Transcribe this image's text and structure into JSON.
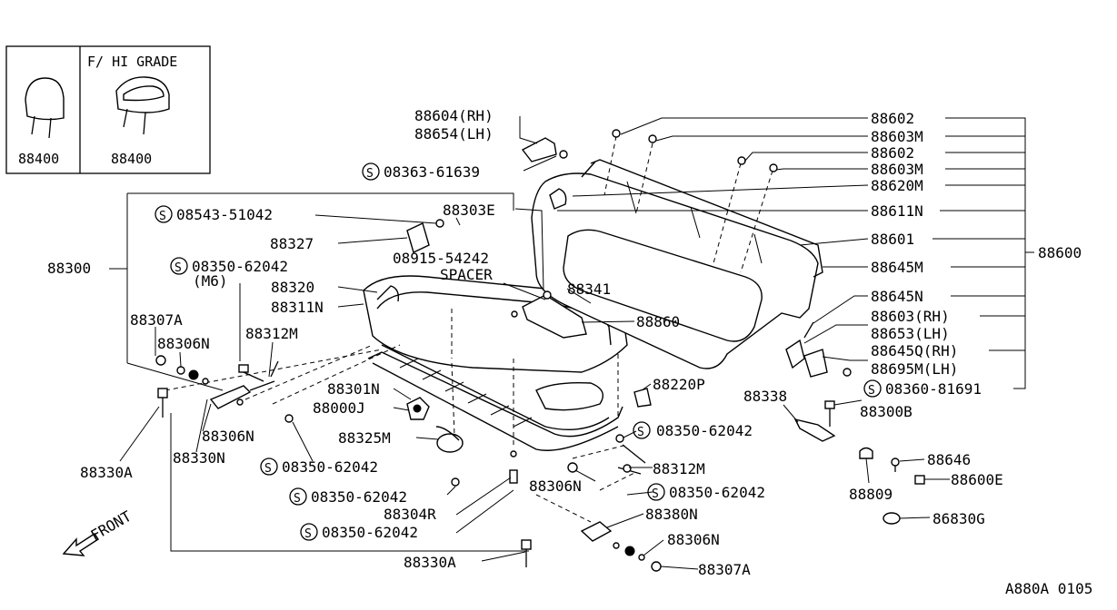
{
  "inset": {
    "variant_label": "F/ HI GRADE",
    "left_part": "88400",
    "right_part": "88400"
  },
  "callouts": {
    "p88604": "88604(RH)",
    "p88654": "88654(LH)",
    "s08363": "08363-61639",
    "s08543": "08543-51042",
    "p88303E": "88303E",
    "p88327": "88327",
    "n08915": "08915-54242",
    "spacer": "SPACER",
    "p88300": "88300",
    "s08350_m6": "08350-62042",
    "m6": "(M6)",
    "p88320": "88320",
    "p88311N": "88311N",
    "p88341": "88341",
    "p88860": "88860",
    "p88307A_l": "88307A",
    "p88306N_l": "88306N",
    "p88312M_l": "88312M",
    "p88301N": "88301N",
    "p88000J": "88000J",
    "p88220P": "88220P",
    "p88306N_m": "88306N",
    "p88330N": "88330N",
    "p88330A_l": "88330A",
    "s08350_a": "08350-62042",
    "p88325M": "88325M",
    "s08350_b": "08350-62042",
    "s08350_c": "08350-62042",
    "p88304R": "88304R",
    "s08350_d": "08350-62042",
    "p88312M_r": "88312M",
    "p88306N_r": "88306N",
    "s08350_e": "08350-62042",
    "p88380N": "88380N",
    "p88330A_b": "88330A",
    "p88306N_b": "88306N",
    "p88307A_b": "88307A",
    "p88602_a": "88602",
    "p88603M_a": "88603M",
    "p88602_b": "88602",
    "p88603M_b": "88603M",
    "p88620M": "88620M",
    "p88611N": "88611N",
    "p88601": "88601",
    "p88600": "88600",
    "p88645M": "88645M",
    "p88645N": "88645N",
    "p88603RH": "88603(RH)",
    "p88653LH": "88653(LH)",
    "p88645QRH": "88645Q(RH)",
    "p88695MLH": "88695M(LH)",
    "s08360": "08360-81691",
    "p88338": "88338",
    "p88300B": "88300B",
    "p88646": "88646",
    "p88809": "88809",
    "p88600E": "88600E",
    "p86830G": "86830G",
    "front": "FRONT",
    "ref_code": "A880A 0105"
  },
  "symbols": {
    "screw_mark": "S"
  }
}
